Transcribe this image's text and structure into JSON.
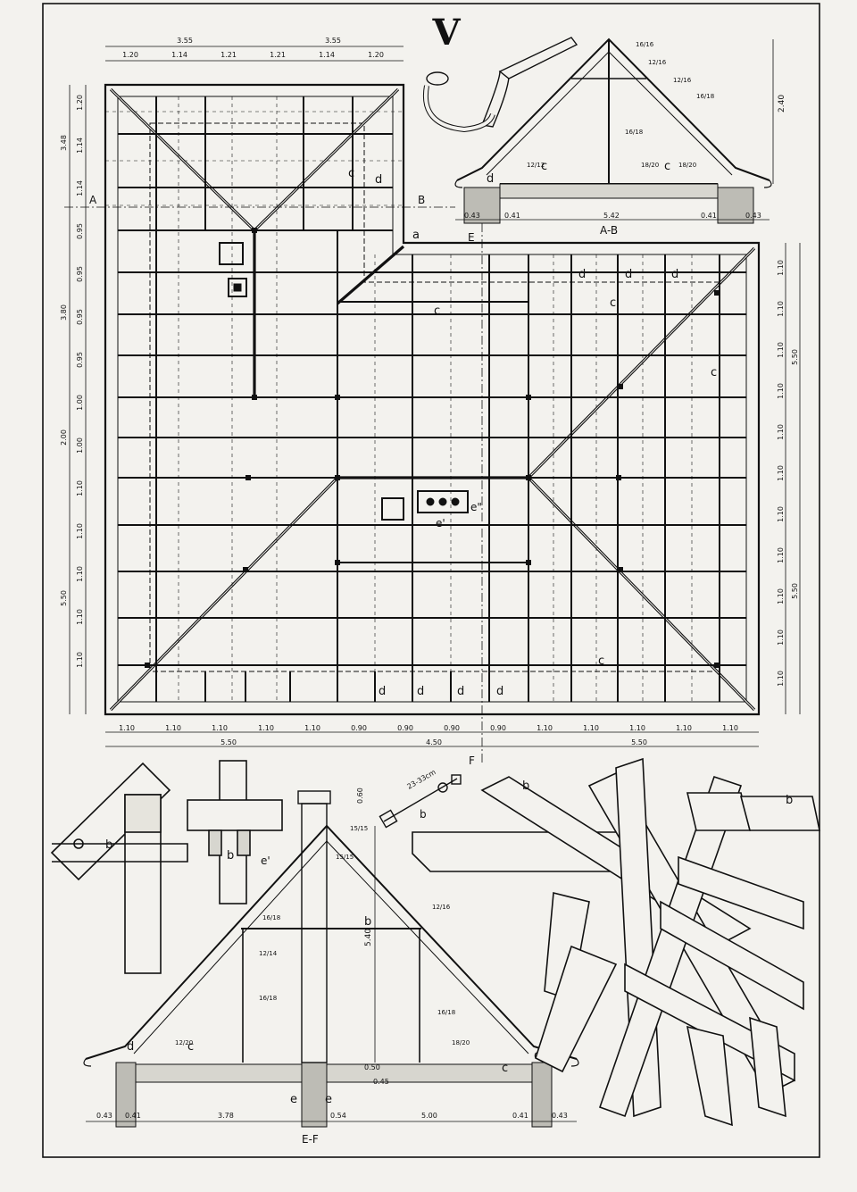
{
  "plate": {
    "number": "V"
  },
  "plan": {
    "top_dims": [
      "3.55",
      "3.55"
    ],
    "top_sub_dims": [
      "1.20",
      "1.14",
      "1.21",
      "1.21",
      "1.14",
      "1.20"
    ],
    "left_dims": [
      "3.48",
      "3.80",
      "2.00",
      "5.50"
    ],
    "left_sub_dims": [
      "1.20",
      "1.14",
      "1.14",
      "0.95",
      "0.95",
      "0.95",
      "0.95",
      "1.00",
      "1.00",
      "1.10",
      "1.10",
      "1.10",
      "1.10",
      "1.10"
    ],
    "right_dims": [
      "5.50",
      "5.50"
    ],
    "right_sub_dims": [
      "1.10",
      "1.10",
      "1.10",
      "1.10",
      "1.10",
      "1.10",
      "1.10",
      "1.10",
      "1.10",
      "1.10",
      "1.10"
    ],
    "bottom_sub_dims": [
      "1.10",
      "1.10",
      "1.10",
      "1.10",
      "1.10",
      "0.90",
      "0.90",
      "0.90",
      "0.90",
      "1.10",
      "1.10",
      "1.10",
      "1.10",
      "1.10"
    ],
    "bottom_dims": [
      "5.50",
      "4.50",
      "5.50"
    ],
    "letters": {
      "a": "a",
      "b": "B",
      "A": "A",
      "c": "c",
      "d": "d",
      "E": "E",
      "F": "F",
      "e1": "e'",
      "e2": "e\""
    }
  },
  "section_ab": {
    "label": "A-B",
    "dims": [
      "0.43",
      "0.41",
      "5.42",
      "0.41",
      "0.43"
    ],
    "height": "2.40",
    "sizes": [
      "16/16",
      "12/16",
      "12/16",
      "16/18",
      "16/18",
      "12/12",
      "18/20",
      "18/20"
    ],
    "letters": [
      "d",
      "c",
      "c"
    ]
  },
  "section_ef": {
    "label": "E-F",
    "dims": [
      "0.43",
      "0.41",
      "3.78",
      "0.54",
      "5.00",
      "0.41",
      "0.43"
    ],
    "height": "5.40",
    "small_dims": [
      "0.50",
      "0.45",
      "0.60"
    ],
    "sizes": [
      "15/15",
      "15/15",
      "16/18",
      "12/16",
      "12/14",
      "16/18",
      "16/18",
      "12/20",
      "18/20"
    ],
    "letters": [
      "b",
      "c",
      "d",
      "c",
      "d",
      "e",
      "e",
      "e'"
    ]
  },
  "details": {
    "bolt_label": "23-33cm",
    "letters": [
      "b",
      "b",
      "b",
      "b",
      "b"
    ]
  }
}
